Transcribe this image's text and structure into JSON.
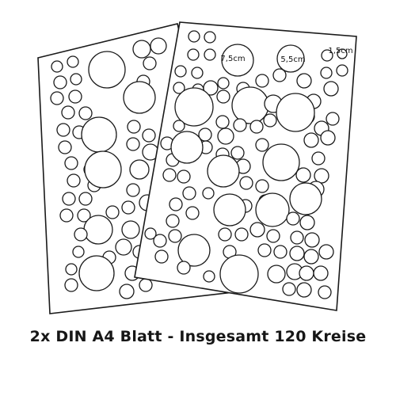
{
  "caption": "2x DIN A4 Blatt - Insgesamt 120 Kreise",
  "labels": {
    "large": "7,5cm",
    "medium": "5,5cm",
    "small": "1,5cm"
  },
  "colors": {
    "paper": "#ffffff",
    "outline": "#1a1a1a",
    "caption": "#161616"
  }
}
